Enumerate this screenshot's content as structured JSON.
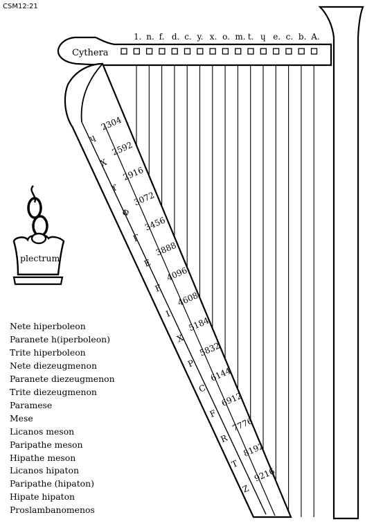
{
  "corner_label": "CSM12:21",
  "top_bar_label": "Cythera",
  "plectrum_label": "plectrum",
  "column_letters": [
    "1.",
    "n.",
    "f.",
    "d.",
    "c.",
    "y.",
    "x.",
    "o.",
    "m.",
    "t.",
    "ɥ",
    "e.",
    "c.",
    "b.",
    "A."
  ],
  "neck_numbers": [
    "2304",
    "2592",
    "2916",
    "3072",
    "3456",
    "3888",
    "4096",
    "4608",
    "5184",
    "5832",
    "6144",
    "6912",
    "7776",
    "8192",
    "9216"
  ],
  "neck_symbols": [
    "ɥ",
    "Х",
    "ϒ",
    "Φ",
    "Γ",
    "E",
    "F",
    "I",
    "X",
    "P",
    "C",
    "F",
    "R",
    "T",
    "Z"
  ],
  "note_names": [
    "Nete hiperboleon",
    "Paranete h(iperboleon)",
    "Trite hiperboleon",
    "Nete diezeugmenon",
    "Paranete diezeugmenon",
    "Trite diezeugmenon",
    "Paramese",
    "Mese",
    "Licanos meson",
    "Paripathe meson",
    "Hipathe meson",
    "Licanos hipaton",
    "Paripathe (hipaton)",
    "Hipate hipaton",
    "Proslambanomenos"
  ]
}
